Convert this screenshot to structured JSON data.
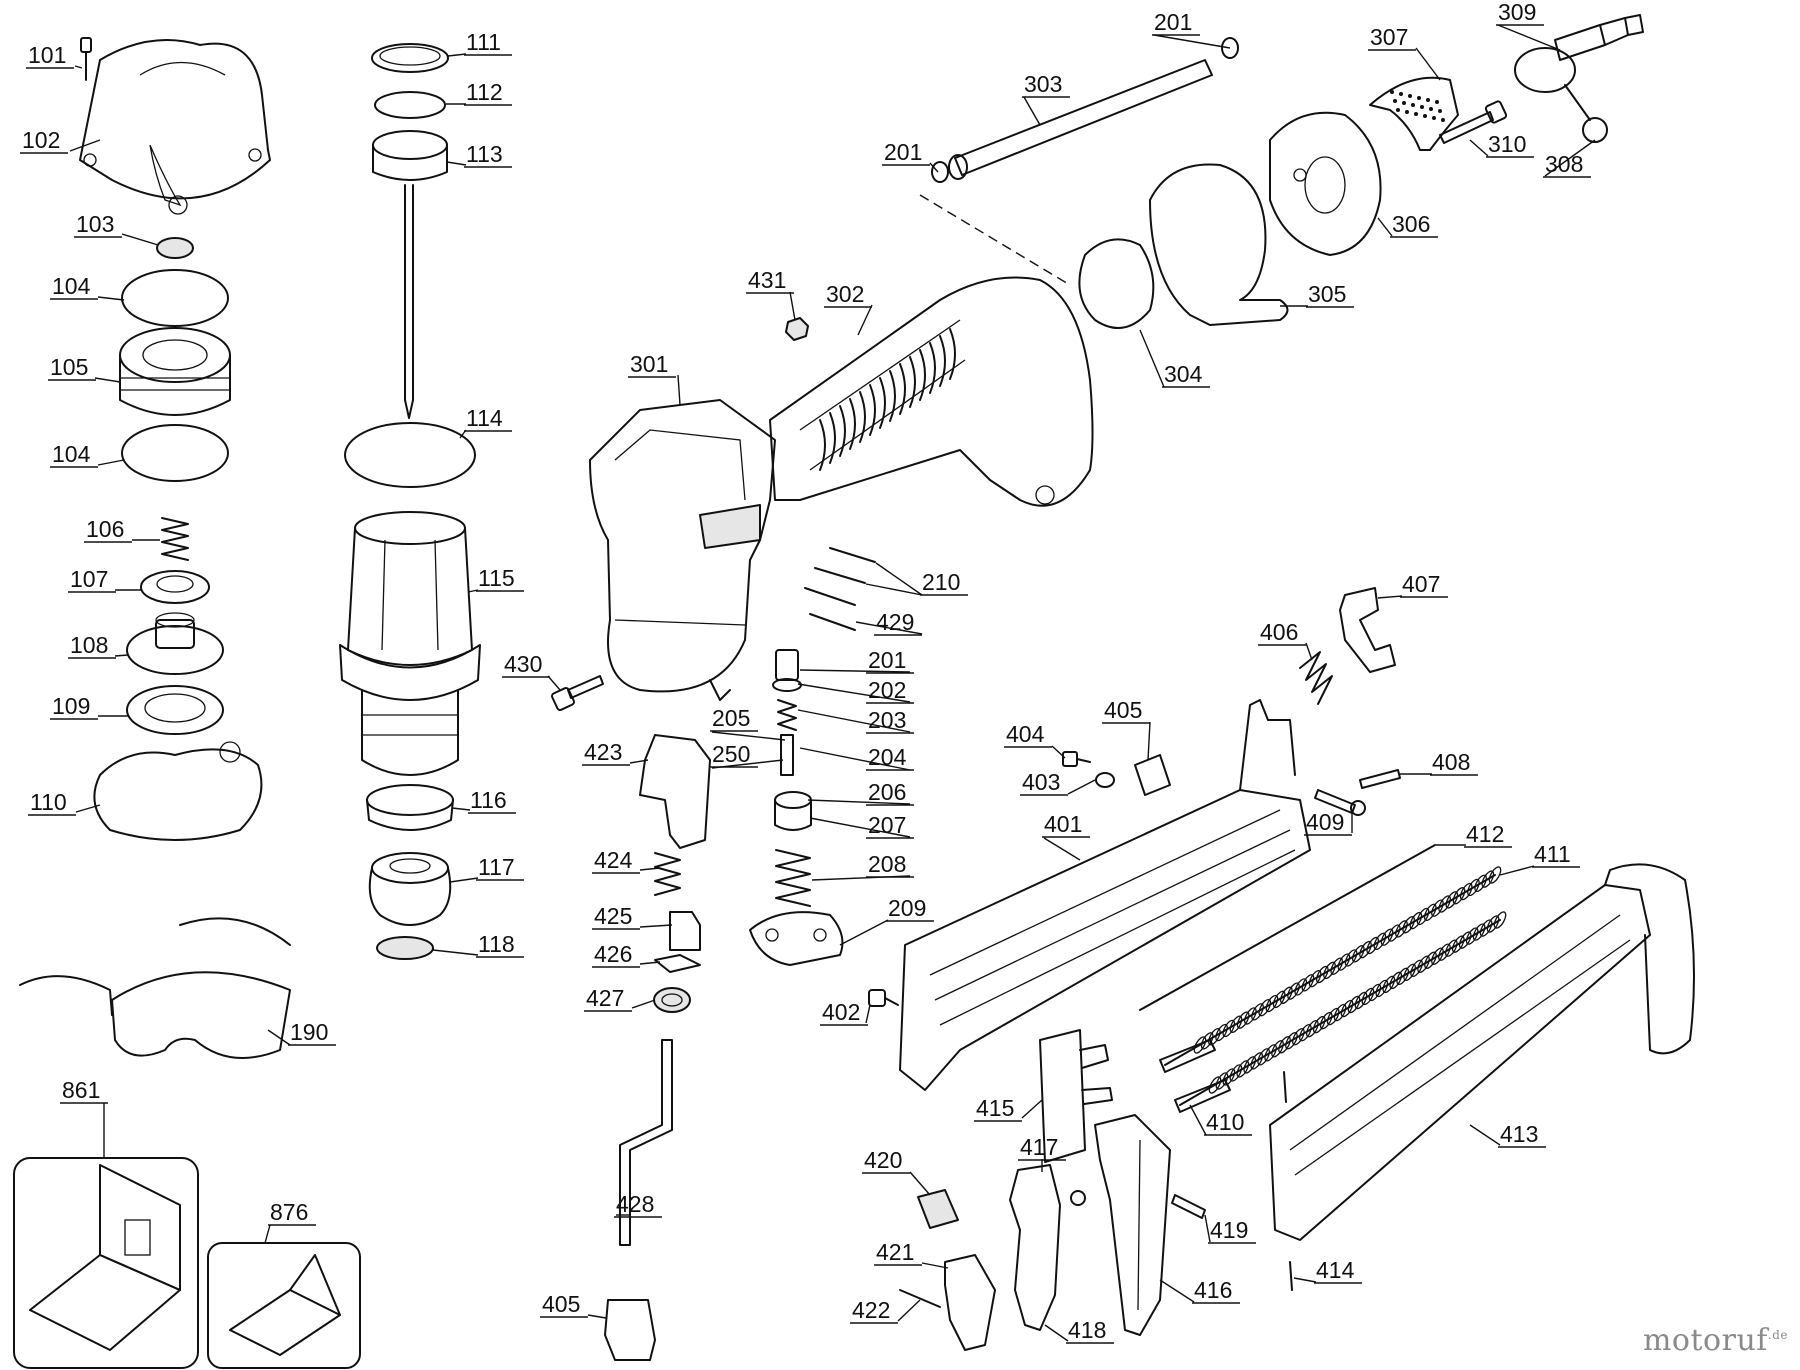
{
  "watermark": {
    "text_main": "motoruf",
    "text_suffix": ".de",
    "color_main": "#8a8a8a",
    "color_accent": "#c23a2a"
  },
  "callouts": [
    {
      "id": "101",
      "label": "101"
    },
    {
      "id": "102",
      "label": "102"
    },
    {
      "id": "103",
      "label": "103"
    },
    {
      "id": "104a",
      "label": "104"
    },
    {
      "id": "105",
      "label": "105"
    },
    {
      "id": "104b",
      "label": "104"
    },
    {
      "id": "106",
      "label": "106"
    },
    {
      "id": "107",
      "label": "107"
    },
    {
      "id": "108",
      "label": "108"
    },
    {
      "id": "109",
      "label": "109"
    },
    {
      "id": "110",
      "label": "110"
    },
    {
      "id": "111",
      "label": "111"
    },
    {
      "id": "112",
      "label": "112"
    },
    {
      "id": "113",
      "label": "113"
    },
    {
      "id": "114",
      "label": "114"
    },
    {
      "id": "115",
      "label": "115"
    },
    {
      "id": "116",
      "label": "116"
    },
    {
      "id": "117",
      "label": "117"
    },
    {
      "id": "118",
      "label": "118"
    },
    {
      "id": "190",
      "label": "190"
    },
    {
      "id": "861",
      "label": "861"
    },
    {
      "id": "876",
      "label": "876"
    },
    {
      "id": "201a",
      "label": "201"
    },
    {
      "id": "201b",
      "label": "201"
    },
    {
      "id": "201c",
      "label": "201"
    },
    {
      "id": "202",
      "label": "202"
    },
    {
      "id": "203",
      "label": "203"
    },
    {
      "id": "204",
      "label": "204"
    },
    {
      "id": "205",
      "label": "205"
    },
    {
      "id": "206",
      "label": "206"
    },
    {
      "id": "207",
      "label": "207"
    },
    {
      "id": "208",
      "label": "208"
    },
    {
      "id": "209",
      "label": "209"
    },
    {
      "id": "210",
      "label": "210"
    },
    {
      "id": "250",
      "label": "250"
    },
    {
      "id": "301",
      "label": "301"
    },
    {
      "id": "302",
      "label": "302"
    },
    {
      "id": "303",
      "label": "303"
    },
    {
      "id": "304",
      "label": "304"
    },
    {
      "id": "305",
      "label": "305"
    },
    {
      "id": "306",
      "label": "306"
    },
    {
      "id": "307",
      "label": "307"
    },
    {
      "id": "308",
      "label": "308"
    },
    {
      "id": "309",
      "label": "309"
    },
    {
      "id": "310",
      "label": "310"
    },
    {
      "id": "401",
      "label": "401"
    },
    {
      "id": "402",
      "label": "402"
    },
    {
      "id": "403",
      "label": "403"
    },
    {
      "id": "404",
      "label": "404"
    },
    {
      "id": "405a",
      "label": "405"
    },
    {
      "id": "405b",
      "label": "405"
    },
    {
      "id": "406",
      "label": "406"
    },
    {
      "id": "407",
      "label": "407"
    },
    {
      "id": "408",
      "label": "408"
    },
    {
      "id": "409",
      "label": "409"
    },
    {
      "id": "410",
      "label": "410"
    },
    {
      "id": "411",
      "label": "411"
    },
    {
      "id": "412",
      "label": "412"
    },
    {
      "id": "413",
      "label": "413"
    },
    {
      "id": "414",
      "label": "414"
    },
    {
      "id": "415",
      "label": "415"
    },
    {
      "id": "416",
      "label": "416"
    },
    {
      "id": "417",
      "label": "417"
    },
    {
      "id": "418",
      "label": "418"
    },
    {
      "id": "419",
      "label": "419"
    },
    {
      "id": "420",
      "label": "420"
    },
    {
      "id": "421",
      "label": "421"
    },
    {
      "id": "422",
      "label": "422"
    },
    {
      "id": "423",
      "label": "423"
    },
    {
      "id": "424",
      "label": "424"
    },
    {
      "id": "425",
      "label": "425"
    },
    {
      "id": "426",
      "label": "426"
    },
    {
      "id": "427",
      "label": "427"
    },
    {
      "id": "428",
      "label": "428"
    },
    {
      "id": "429",
      "label": "429"
    },
    {
      "id": "430",
      "label": "430"
    },
    {
      "id": "431",
      "label": "431"
    }
  ]
}
